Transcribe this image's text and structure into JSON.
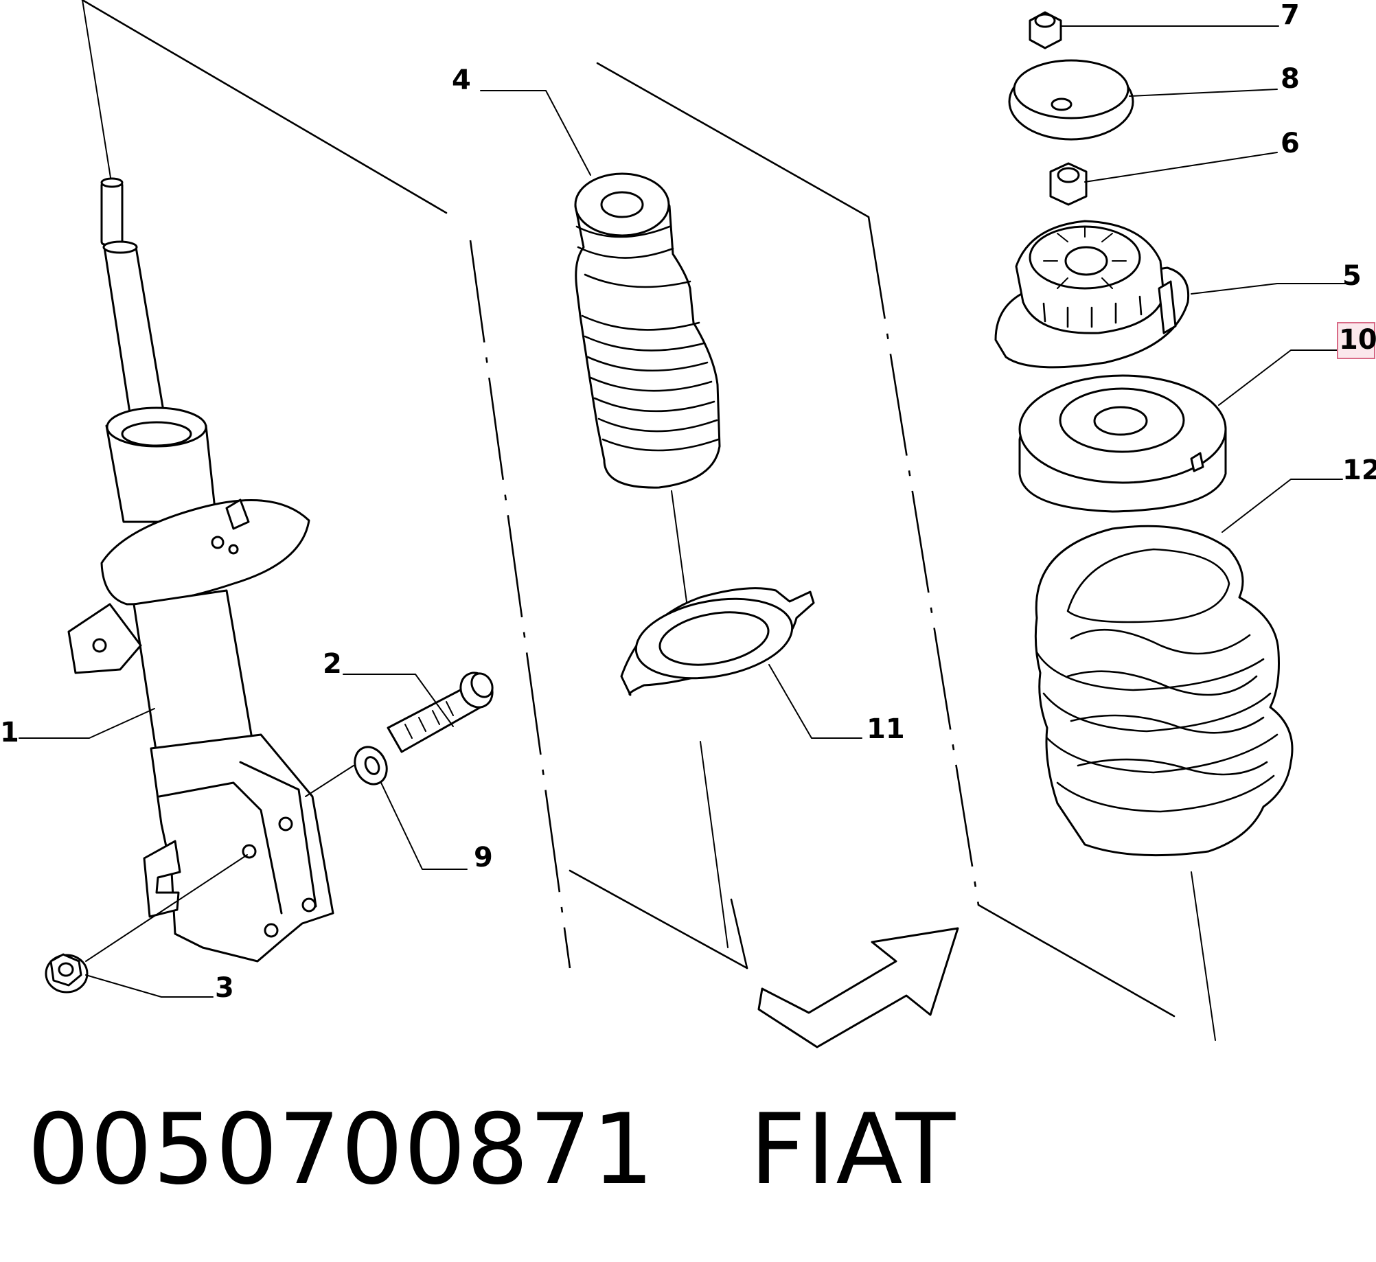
{
  "callouts": {
    "c1": "1",
    "c2": "2",
    "c3": "3",
    "c4": "4",
    "c5": "5",
    "c6": "6",
    "c7": "7",
    "c8": "8",
    "c9": "9",
    "c10": "10",
    "c11": "11",
    "c12": "12"
  },
  "highlighted_callout": "10",
  "highlight_color": "#d86a86",
  "caption": {
    "part_number": "0050700871",
    "brand": "FIAT"
  }
}
